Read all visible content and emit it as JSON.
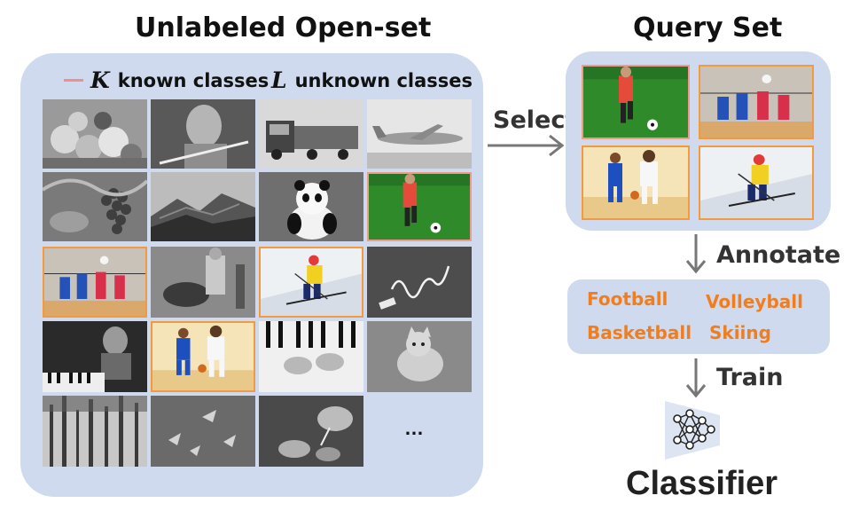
{
  "open_set": {
    "title": "Unlabeled Open-set",
    "legend_known_symbol": "K",
    "legend_known_text": "known classes",
    "legend_unknown_symbol": "L",
    "legend_unknown_text": "unknown classes",
    "ellipsis": "…"
  },
  "query_set": {
    "title": "Query Set"
  },
  "steps": {
    "select": "Select",
    "annotate": "Annotate",
    "train": "Train"
  },
  "labels": {
    "football": "Football",
    "volleyball": "Volleyball",
    "basketball": "Basketball",
    "skiing": "Skiing"
  },
  "classifier": {
    "title": "Classifier"
  },
  "colors": {
    "panel": "#cfdaee",
    "known_border": "#ef9a8a",
    "highlight_border": "#f39a3e",
    "label_text": "#f07e1f",
    "arrow": "#777777"
  },
  "icons": [
    "neural-network-icon",
    "fruits-photo",
    "violin-photo",
    "truck-photo",
    "airplane-photo",
    "grapes-photo",
    "great-wall-photo",
    "panda-photo",
    "football-photo",
    "volleyball-photo",
    "washing-photo",
    "skiing-photo",
    "chalk-photo",
    "piano-photo",
    "basketball-photo",
    "piano-hands-photo",
    "cat-photo",
    "forest-photo",
    "birds-photo",
    "tea-photo"
  ]
}
